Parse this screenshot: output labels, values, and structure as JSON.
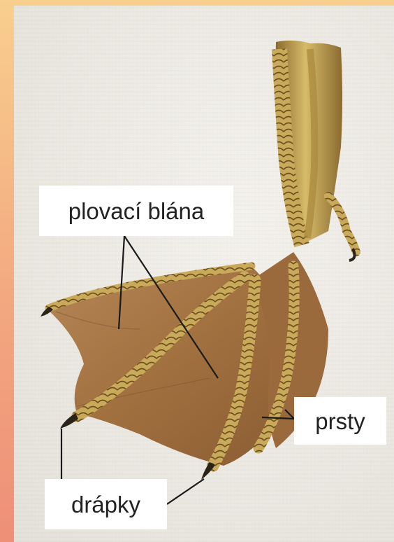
{
  "labels": {
    "plovaci_blana": "plovací blána",
    "prsty": "prsty",
    "drapky": "drápky"
  },
  "colors": {
    "frame_top": "#f8cf8e",
    "frame_bottom": "#ee8f78",
    "paper": "#efede8",
    "web": "#a27447",
    "scales": "#cfb060"
  }
}
